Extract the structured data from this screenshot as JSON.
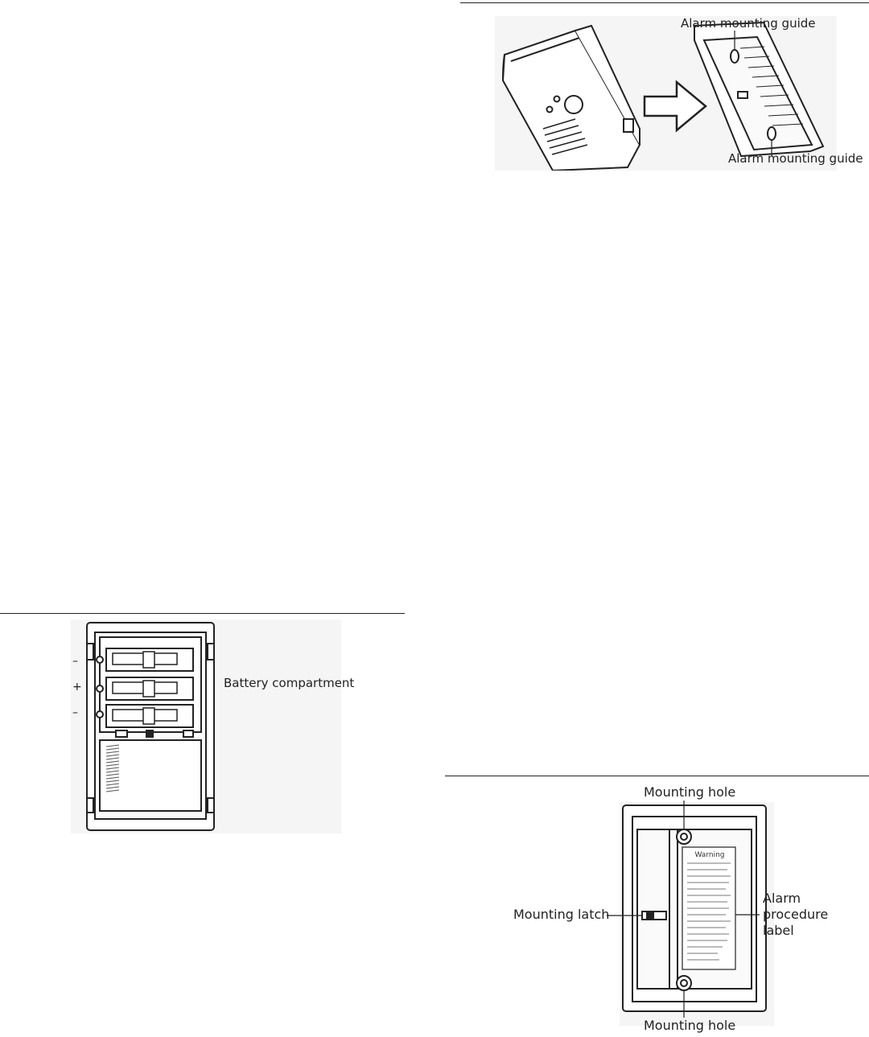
{
  "figure_mounting_guides": {
    "label_top": "Alarm mounting guide",
    "label_bottom": "Alarm mounting guide"
  },
  "figure_battery": {
    "label": "Battery compartment",
    "polarity": [
      "–",
      "+",
      "–"
    ]
  },
  "figure_back_plate": {
    "mounting_hole_top": "Mounting hole",
    "mounting_hole_bottom": "Mounting hole",
    "mounting_latch": "Mounting latch",
    "alarm_procedure_label_lines": [
      "Alarm",
      "procedure",
      "label"
    ],
    "warning_title": "Warning"
  }
}
